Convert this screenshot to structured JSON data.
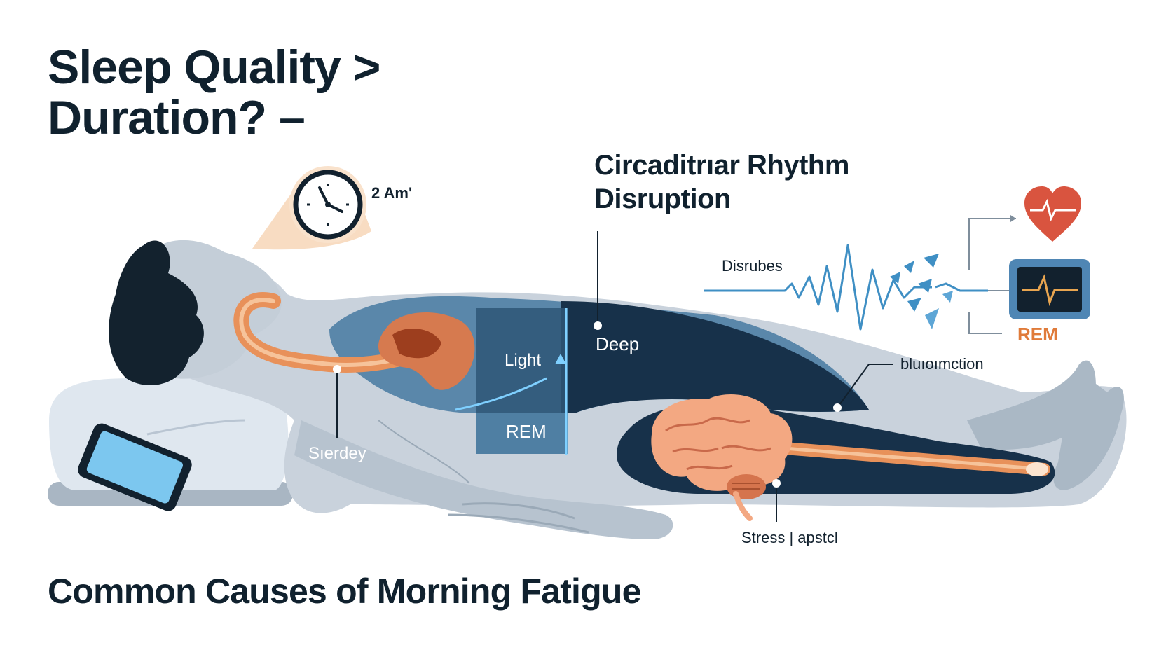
{
  "title": {
    "line1": "Sleep Quality >",
    "line2": "Duration? –"
  },
  "section_heading": {
    "line1": "Circaditrıar Rhythm",
    "line2": "Disruption"
  },
  "footer_heading": "Common Causes of Morning Fatigue",
  "labels": {
    "clock_time": "2 Am'",
    "light": "Light",
    "deep": "Deep",
    "rem_stage": "REM",
    "serdey": "Sıerdey",
    "disrubes": "Disrubes",
    "rem_monitor": "REM",
    "bluinomction": "bluıoımction",
    "stress": "Stress | apstcl"
  },
  "colors": {
    "dark_navy": "#10212e",
    "body_gray": "#c9d2dc",
    "blue_mid": "#4f7fa3",
    "blue_dark": "#1f3a52",
    "orange": "#e8915a",
    "heart_red": "#d9543f",
    "wave_blue": "#3f8fc4",
    "rem_orange": "#e07b3a"
  },
  "icons": [
    "clock-icon",
    "phone-icon",
    "brain-icon",
    "heart-icon",
    "monitor-icon"
  ]
}
